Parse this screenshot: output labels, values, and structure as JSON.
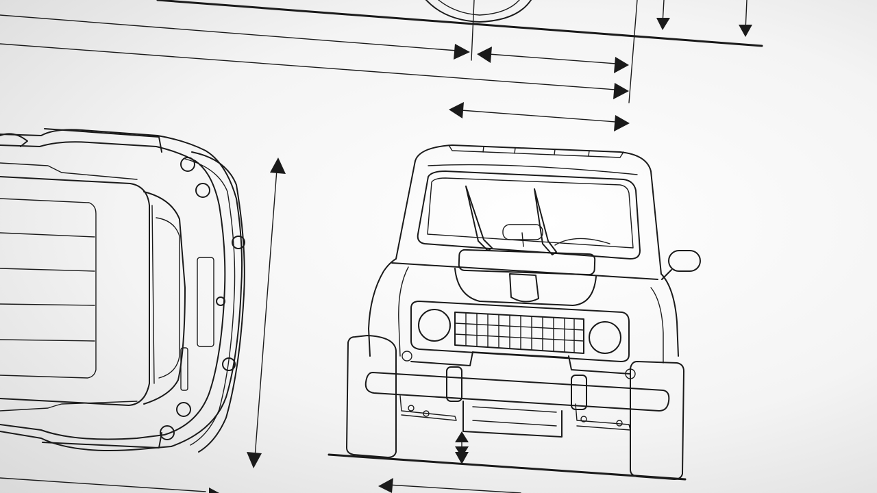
{
  "drawing": {
    "subject": "car-blueprint",
    "views": [
      "side-view-partial",
      "top-view",
      "front-view"
    ],
    "line_color": "#1a1a1a",
    "paper_color": "#f6f6f6"
  }
}
